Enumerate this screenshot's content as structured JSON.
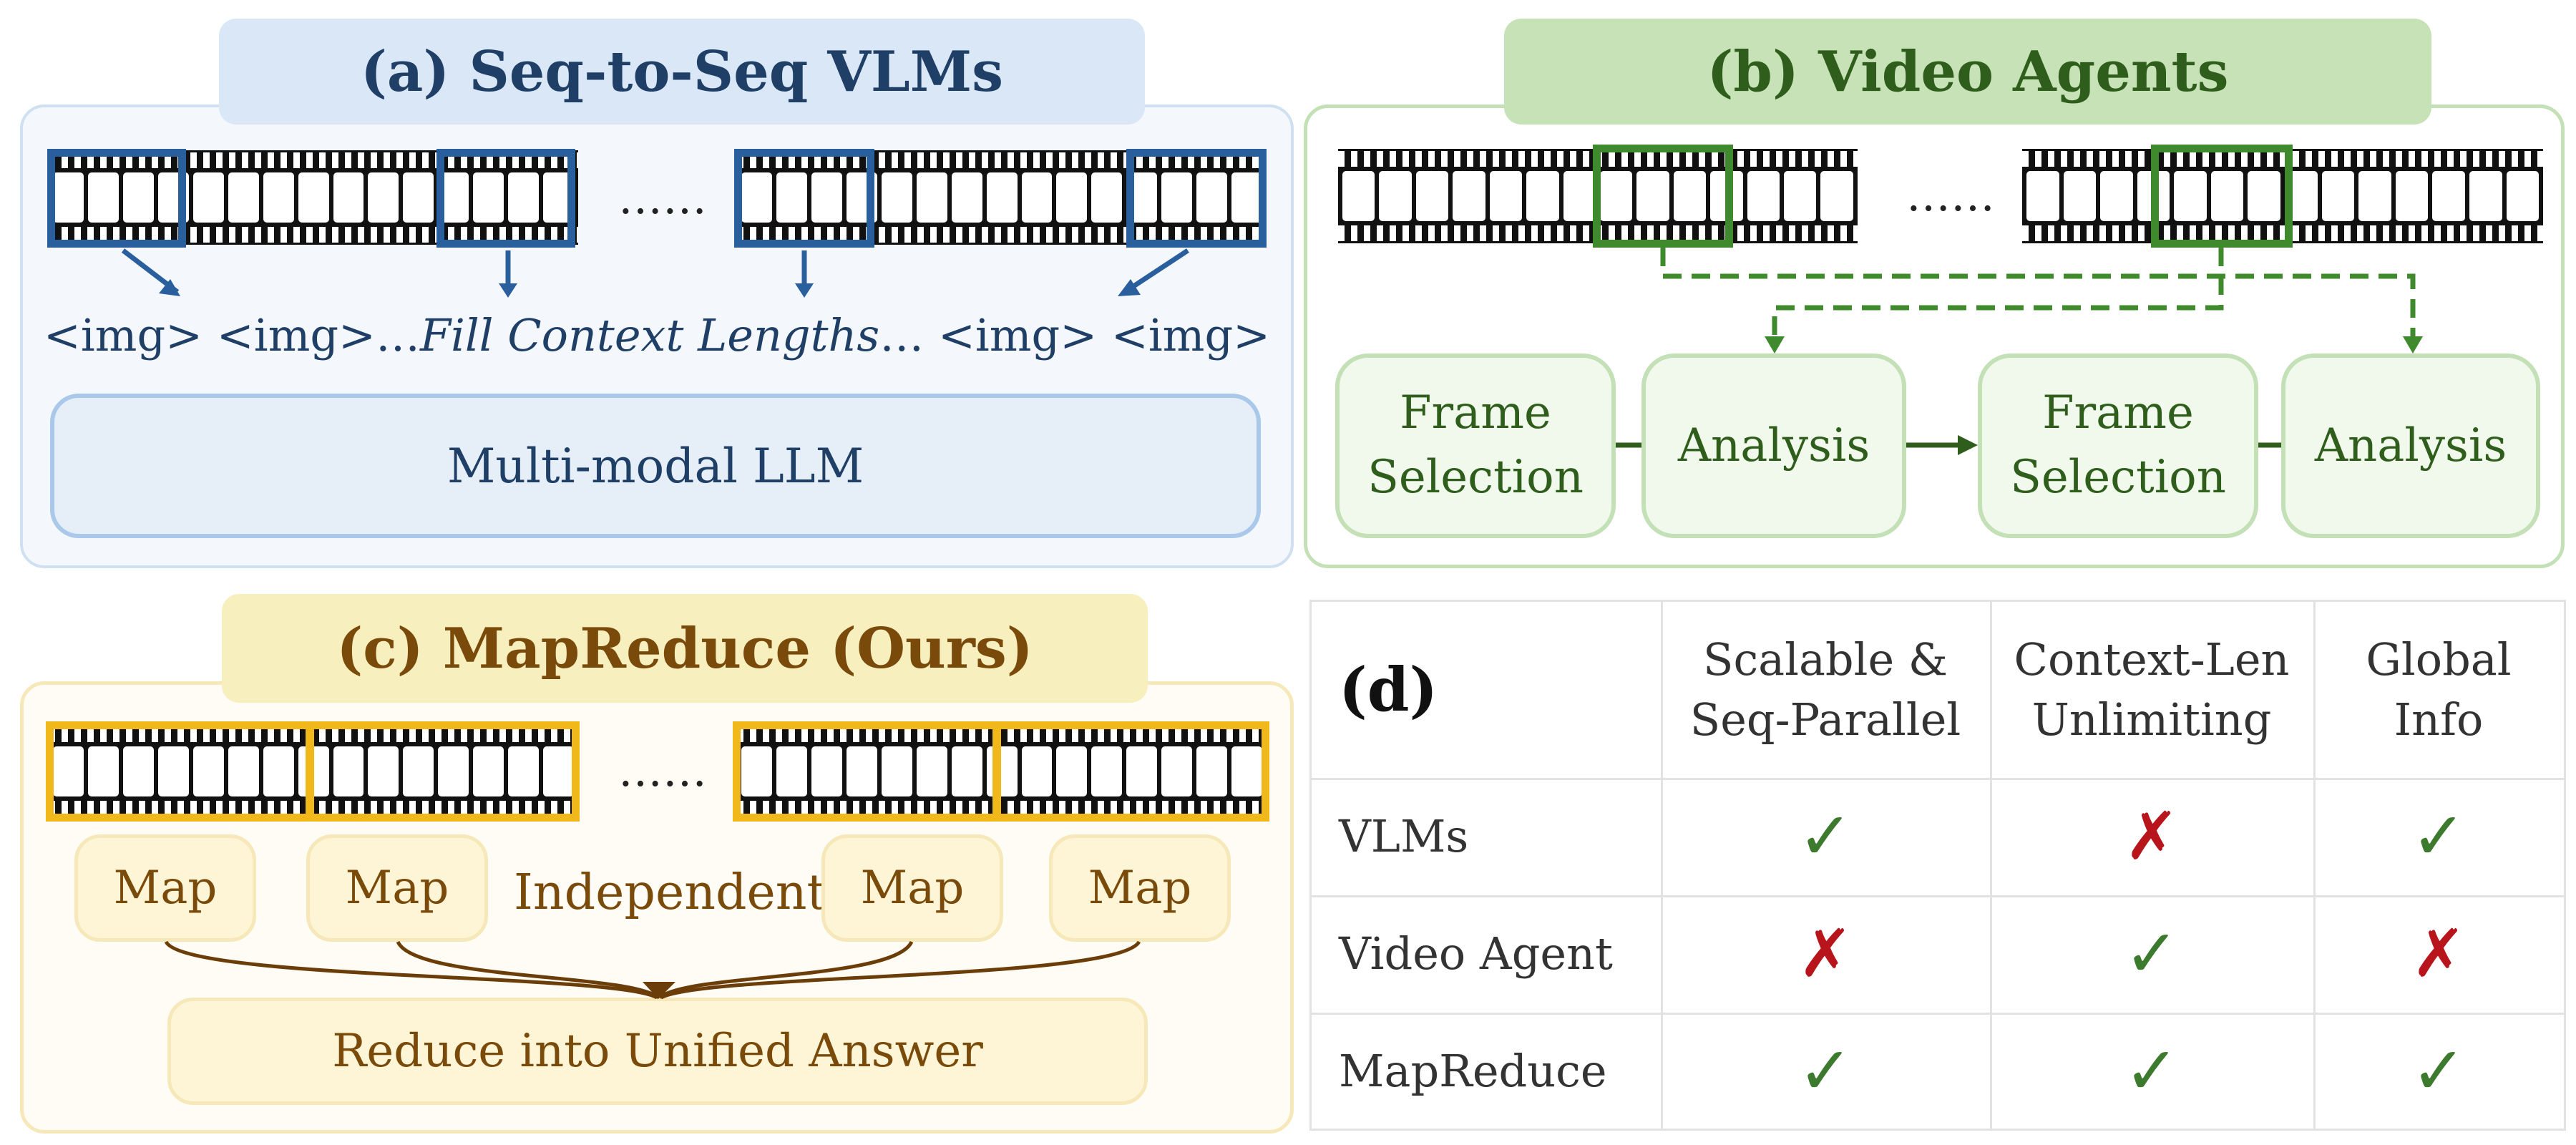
{
  "panel_a": {
    "title": "(a) Seq-to-Seq VLMs",
    "dots": "……",
    "token_line": {
      "left": "<img> <img>…",
      "middle": "Fill Context Lengths",
      "right": "… <img> <img>"
    },
    "llm_label": "Multi-modal LLM"
  },
  "panel_b": {
    "title": "(b) Video Agents",
    "dots": "……",
    "steps": [
      {
        "label_line1": "Frame",
        "label_line2": "Selection"
      },
      {
        "label": "Analysis"
      },
      {
        "label_line1": "Frame",
        "label_line2": "Selection"
      },
      {
        "label": "Analysis"
      }
    ]
  },
  "panel_c": {
    "title": "(c) MapReduce (Ours)",
    "dots": "……",
    "map_labels": [
      "Map",
      "Map",
      "Map",
      "Map"
    ],
    "independent_label": "Independent",
    "reduce_label": "Reduce into Unified Answer"
  },
  "panel_d": {
    "label": "(d)",
    "headers": [
      {
        "line1": "Scalable &",
        "line2": "Seq-Parallel"
      },
      {
        "line1": "Context-Len",
        "line2": "Unlimiting"
      },
      {
        "line1": "Global",
        "line2": "Info"
      }
    ],
    "rows": [
      {
        "name": "VLMs",
        "values": [
          "check",
          "cross",
          "check"
        ]
      },
      {
        "name": "Video Agent",
        "values": [
          "cross",
          "check",
          "cross"
        ]
      },
      {
        "name": "MapReduce",
        "values": [
          "check",
          "check",
          "check"
        ]
      }
    ],
    "symbols": {
      "check": "✓",
      "cross": "✗"
    }
  },
  "colors": {
    "blue": "#2a5f9e",
    "blue_dark": "#1f3f66",
    "green": "#3f8a2c",
    "green_dark": "#2f5e1c",
    "gold": "#f0b81a",
    "brown": "#7a4a0a",
    "check": "#3c7a2e",
    "cross": "#b8141c"
  }
}
